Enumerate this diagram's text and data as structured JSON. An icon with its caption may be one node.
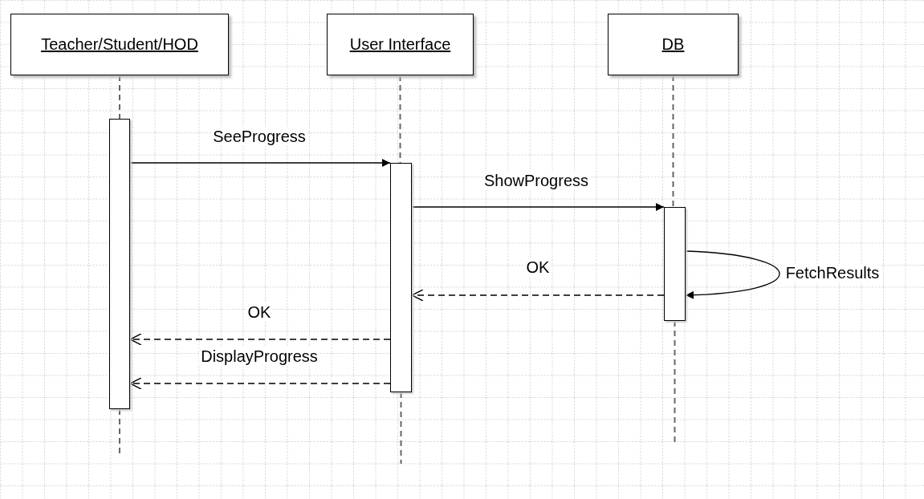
{
  "diagram": {
    "nodes": [
      {
        "text": [
          "Teacher/Student/HOD"
        ]
      },
      {
        "text": [
          "User Interface"
        ]
      },
      {
        "text": [
          "DB"
        ]
      },
      {
        "text": [],
        "shape": "bar"
      },
      {
        "text": [],
        "shape": "bar"
      },
      {
        "text": [],
        "shape": "bar"
      }
    ],
    "edges": [
      {
        "from": 0,
        "to": 3,
        "arrow": "none",
        "style": "dashed"
      },
      {
        "from": 1,
        "to": 4,
        "arrow": "none",
        "style": "dashed"
      },
      {
        "from": 2,
        "to": 5,
        "arrow": "none",
        "style": "dashed"
      },
      {
        "from": 3,
        "to": 4,
        "label": "SeeProgress",
        "arrow": "to",
        "color": "#000000"
      },
      {
        "from": 4,
        "to": 5,
        "label": "ShowProgress",
        "arrow": "to",
        "color": "#000000"
      },
      {
        "from": 5,
        "to": 5,
        "label": "FetchResults",
        "arrow": "to",
        "color": "#000000"
      },
      {
        "from": 5,
        "to": 4,
        "label": "OK",
        "arrow": "to",
        "style": "dashed",
        "color": "#000000"
      },
      {
        "from": 4,
        "to": 3,
        "label": "OK",
        "arrow": "to",
        "style": "dashed",
        "color": "#000000"
      },
      {
        "from": 4,
        "to": 3,
        "label": "DisplayProgress",
        "arrow": "to",
        "style": "dashed",
        "color": "#000000"
      },
      {
        "from": 3,
        "to": null,
        "arrow": "none",
        "style": "dashed"
      },
      {
        "from": 4,
        "to": null,
        "arrow": "none",
        "style": "dashed"
      },
      {
        "from": 5,
        "to": null,
        "arrow": "none",
        "style": "dashed"
      }
    ]
  }
}
